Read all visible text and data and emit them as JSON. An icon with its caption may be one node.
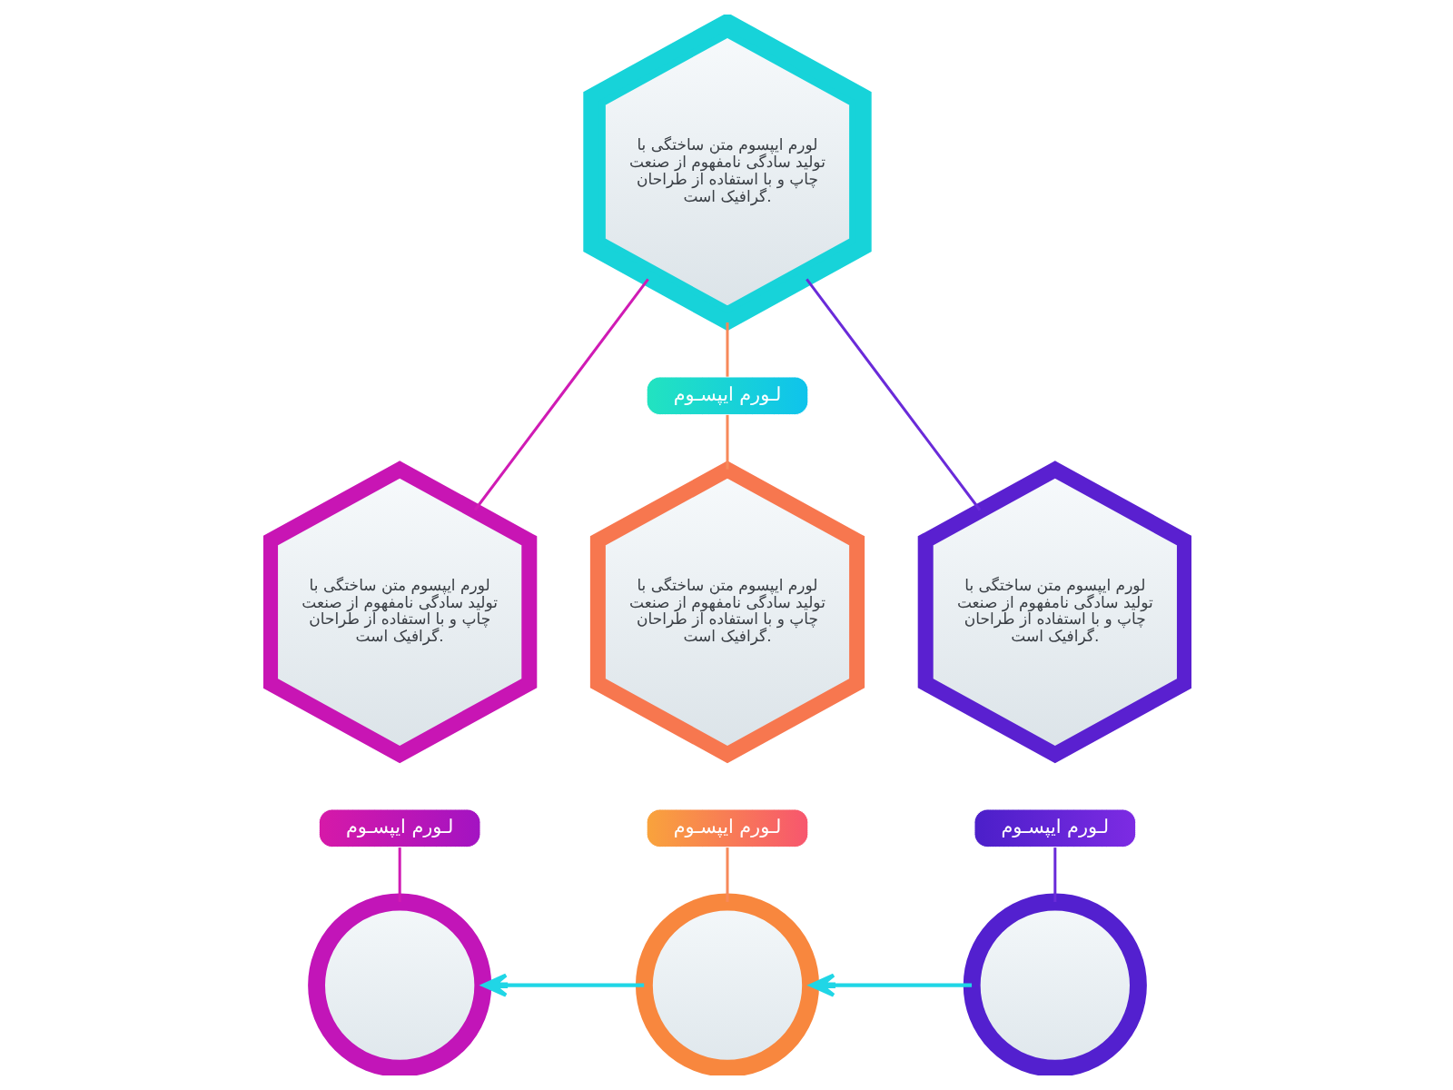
{
  "diagram": {
    "nodes": [
      {
        "text": [
          "لورم ایپسوم متن ساختگی با تولید سادگی نامفهوم از صنعت چاپ و با استفاده از طراحان گرافیک است."
        ]
      },
      {
        "text": [
          "لـورم ایپسـوم"
        ]
      },
      {
        "text": [
          "لورم ایپسوم متن ساختگی با تولید سادگی نامفهوم از صنعت چاپ و با استفاده از طراحان گرافیک است."
        ]
      },
      {
        "text": [
          "لورم ایپسوم متن ساختگی با تولید سادگی نامفهوم از صنعت چاپ و با استفاده از طراحان گرافیک است."
        ]
      },
      {
        "text": [
          "لورم ایپسوم متن ساختگی با تولید سادگی نامفهوم از صنعت چاپ و با استفاده از طراحان گرافیک است."
        ]
      },
      {
        "text": [
          "لـورم ایپسـوم"
        ]
      },
      {
        "text": [
          "لـورم ایپسـوم"
        ]
      },
      {
        "text": [
          "لـورم ایپسـوم"
        ]
      },
      {
        "text": [],
        "shape": "circle"
      },
      {
        "text": [],
        "shape": "circle"
      },
      {
        "text": [],
        "shape": "circle"
      }
    ],
    "edges": [
      {
        "from": 0,
        "to": 2,
        "arrow": "none",
        "color": "#d01bb4"
      },
      {
        "from": 0,
        "to": 1,
        "arrow": "none",
        "color": "#f7895a"
      },
      {
        "from": 0,
        "to": 4,
        "arrow": "none",
        "color": "#6a2bd9"
      },
      {
        "from": 1,
        "to": 3,
        "arrow": "none",
        "color": "#f7895a"
      },
      {
        "from": 5,
        "to": 8,
        "arrow": "none",
        "color": "#d01bb4"
      },
      {
        "from": 6,
        "to": 9,
        "arrow": "none",
        "color": "#f7895a"
      },
      {
        "from": 7,
        "to": 10,
        "arrow": "none",
        "color": "#6a2bd9"
      },
      {
        "from": 10,
        "to": 9,
        "arrow": "to",
        "color": "#20d6e6"
      },
      {
        "from": 9,
        "to": 8,
        "arrow": "to",
        "color": "#20d6e6"
      }
    ]
  }
}
